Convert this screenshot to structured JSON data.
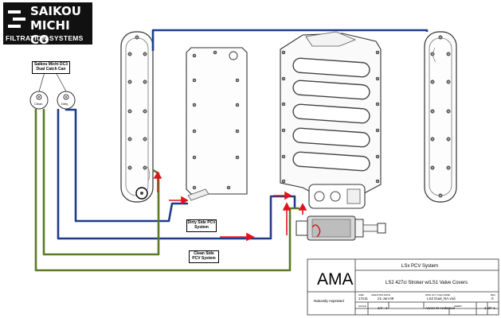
{
  "logo": {
    "line1": "SAIKOU",
    "line2": "MICHI CO",
    "line3": "FILTRATION SYSTEMS"
  },
  "labels": {
    "catch_can": "Saikou Michi DC3 Dual Catch Can",
    "clean": "Clean",
    "dirty": "Dirty",
    "dirty_side": "Dirty Side PCV System",
    "clean_side": "Clean Side PCV System"
  },
  "title_block": {
    "company": "AMA",
    "system": "LSx PCV System",
    "description": "LS2 427ci Stroker w/LS1 Valve Covers",
    "note": "Naturally Aspirated",
    "size_hdr": "SIZE",
    "size": "17x11",
    "date_hdr": "CREATION DATE",
    "date": "21-Jun-09",
    "dwg_hdr": "DWG NO / FILE NAME",
    "dwg": "LS2 Dual_NA.vsd",
    "rev_hdr": "REV",
    "rev": "0",
    "scale_hdr": "SCALE",
    "scale": "1/4 : 1",
    "author": "Aaron M Anderson",
    "sheet_hdr": "SHEET",
    "sheet": "1 OF 1"
  },
  "colors": {
    "blue_hose": "#1f3c88",
    "green_hose": "#5a7a26",
    "arrow": "#e0141b",
    "outline": "#333333"
  }
}
